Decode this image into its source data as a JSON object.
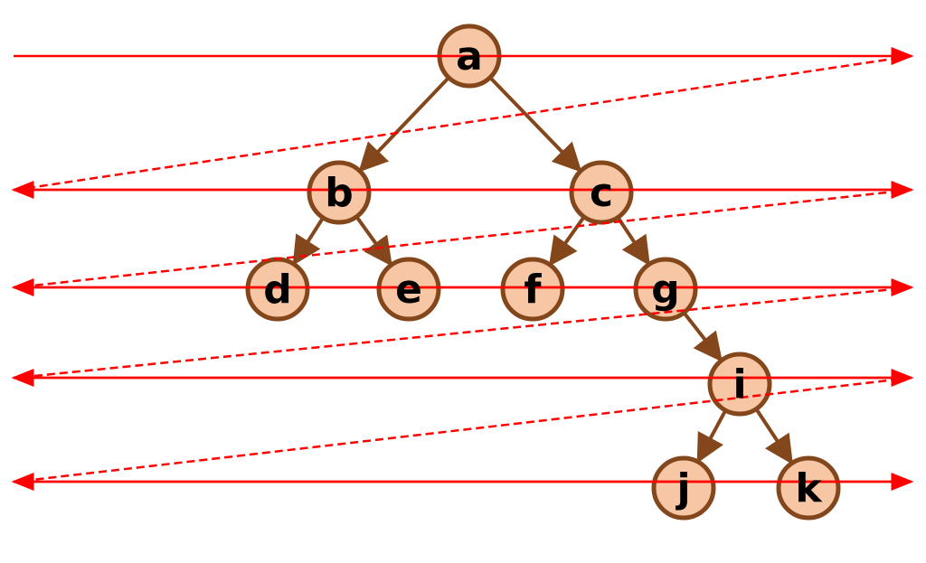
{
  "diagram": {
    "type": "binary tree level-order traversal",
    "nodes": [
      {
        "id": "a",
        "label": "a",
        "level": 0
      },
      {
        "id": "b",
        "label": "b",
        "level": 1
      },
      {
        "id": "c",
        "label": "c",
        "level": 1
      },
      {
        "id": "d",
        "label": "d",
        "level": 2
      },
      {
        "id": "e",
        "label": "e",
        "level": 2
      },
      {
        "id": "f",
        "label": "f",
        "level": 2
      },
      {
        "id": "g",
        "label": "g",
        "level": 2
      },
      {
        "id": "i",
        "label": "i",
        "level": 3
      },
      {
        "id": "j",
        "label": "j",
        "level": 4
      },
      {
        "id": "k",
        "label": "k",
        "level": 4
      }
    ],
    "edges": [
      [
        "a",
        "b"
      ],
      [
        "a",
        "c"
      ],
      [
        "b",
        "d"
      ],
      [
        "b",
        "e"
      ],
      [
        "c",
        "f"
      ],
      [
        "c",
        "g"
      ],
      [
        "g",
        "i"
      ],
      [
        "i",
        "j"
      ],
      [
        "i",
        "k"
      ]
    ],
    "levels": 5,
    "colors": {
      "node_fill": "#f7c6a4",
      "node_stroke": "#84461b",
      "edge": "#84461b",
      "scan_line": "#ff0000"
    }
  }
}
